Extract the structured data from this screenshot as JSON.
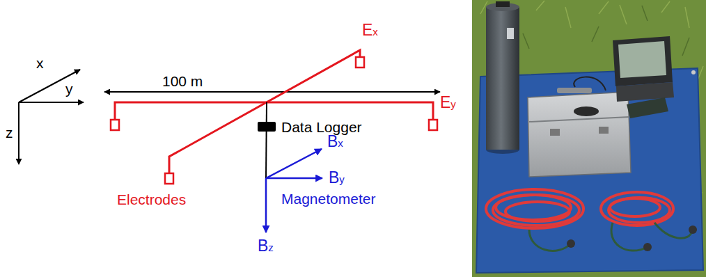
{
  "diagram": {
    "labels": [
      "x",
      "y",
      "z",
      "100 m",
      "Ex",
      "Ey",
      "Data Logger",
      "Electrodes",
      "Bx",
      "By",
      "Magnetometer",
      "Bz"
    ]
  }
}
